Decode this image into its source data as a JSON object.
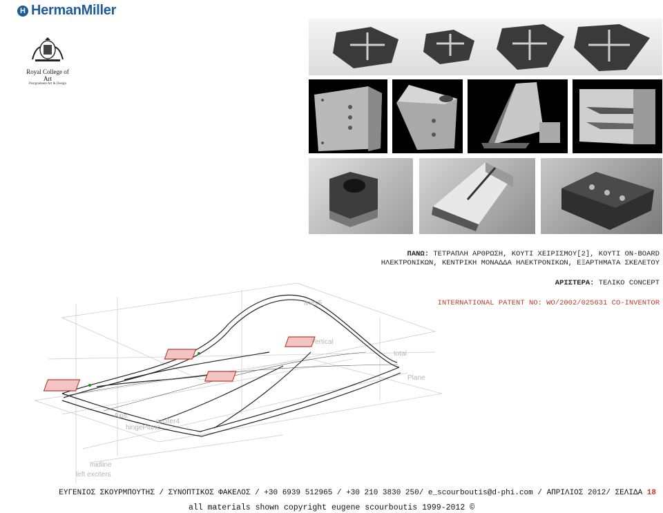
{
  "brand": {
    "name": "HermanMiller",
    "icon": "hm-logo-icon"
  },
  "college": {
    "name": "Royal College of Art",
    "sub": "Postgraduate Art & Design"
  },
  "caption": {
    "top_label": "ΠΑΝΩ:",
    "top_text_1": " ΤΕΤΡΑΠΛΗ ΑΡΘΡΩΣΗ, ΚΟΥΤΙ ΧΕΙΡΙΣΜΟΥ[2], ΚΟΥΤΙ ON-BOARD",
    "top_text_2": "ΗΛΕΚΤΡΟΝΙΚΩΝ, ΚΕΝΤΡΙΚΗ ΜΟΝΑΔΔΑ ΗΛΕΚΤΡΟΝΙΚΩΝ, ΕΞΑΡΤΗΜΑΤΑ ΣΚΕΛΕΤΟΥ",
    "left_label": "ΑΡΙΣΤΕΡΑ:",
    "left_text": " ΤΕΛΙΚΟ CONCEPT",
    "patent": "INTERNATIONAL PATENT NO: WO/2002/025631 CO-INVENTOR"
  },
  "cad_labels": {
    "vertical": "Vertical",
    "lines5": "lines5",
    "total": "total",
    "plane": "Plane",
    "exciter4": "exciter4",
    "axis": "Axis",
    "hinge": "hingePlane",
    "midline": "midline",
    "left_exciters": "left exciters"
  },
  "footer": {
    "contact": "ΕΥΓΕΝΙΟΣ ΣΚΟΥΡΜΠΟΥΤΗΣ / ΣΥΝΟΠΤΙΚΟΣ ΦΑΚΕΛΟΣ / +30 6939 512965 / +30 210 3830 250/ e_scourboutis@d-phi.com / ΑΠΡΙΛΙΟΣ 2012/ ΣΕΛΙΔΑ ",
    "page": "18",
    "copyright": "all materials shown copyright eugene scourboutis 1999-2012 ©"
  },
  "colors": {
    "brand_blue": "#1e5b9a",
    "accent_red": "#c0392b"
  }
}
